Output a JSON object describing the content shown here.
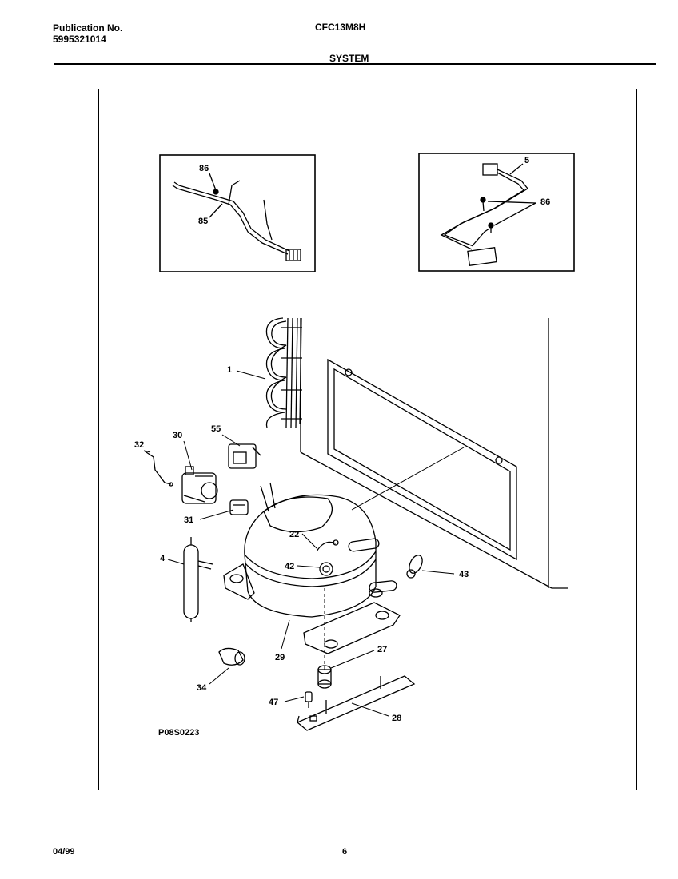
{
  "header": {
    "publication_label": "Publication No.",
    "publication_number": "5995321014",
    "model": "CFC13M8H",
    "section": "SYSTEM"
  },
  "footer": {
    "date": "04/99",
    "page": "6"
  },
  "diagram": {
    "drawing_code": "P08S0223",
    "callouts": {
      "inset_left_86": "86",
      "inset_left_85": "85",
      "inset_right_5": "5",
      "inset_right_86": "86",
      "condenser": "1",
      "overload_bracket": "32",
      "relay": "30",
      "capacitor": "55",
      "cover": "31",
      "drier": "4",
      "compressor_terminal": "22",
      "grommet_top": "42",
      "clamp": "43",
      "grommet": "27",
      "compressor": "29",
      "sleeve": "34",
      "screw": "47",
      "rail": "28"
    }
  }
}
